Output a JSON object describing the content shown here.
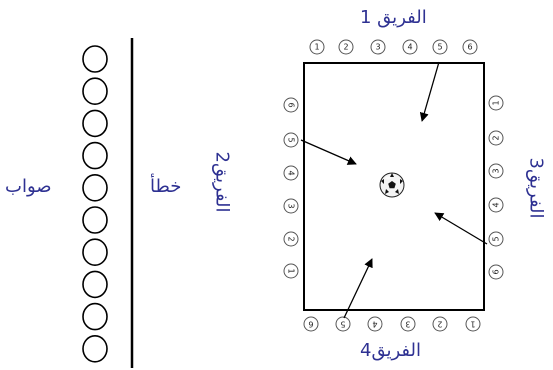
{
  "labels": {
    "correct": "صواب",
    "wrong": "خطأ",
    "team1": "الفريق 1",
    "team2": "الفريق2",
    "team3": "الفريق3",
    "team4": "الفريق4"
  },
  "answer_circles": {
    "count": 10
  },
  "teams": {
    "top": [
      "1",
      "2",
      "3",
      "4",
      "5",
      "6"
    ],
    "left": [
      "6",
      "5",
      "4",
      "3",
      "2",
      "1"
    ],
    "right": [
      "1",
      "2",
      "3",
      "4",
      "5",
      "6"
    ],
    "bottom": [
      "6",
      "5",
      "4",
      "3",
      "2",
      "1"
    ]
  },
  "colors": {
    "text": "#2e3192",
    "line": "#000000"
  }
}
